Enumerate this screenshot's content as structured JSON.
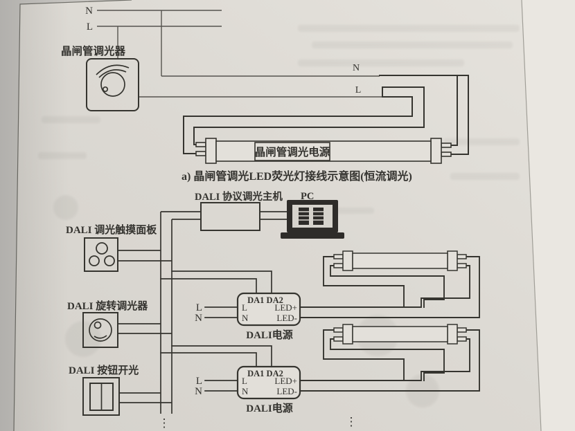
{
  "page": {
    "caption_a": "a) 晶闸管调光LED荧光灯接线示意图(恒流调光)"
  },
  "top_diagram": {
    "n_rail_label": "N",
    "l_rail_label": "L",
    "dimmer_label": "晶闸管调光器",
    "mid_n_label": "N",
    "mid_l_label": "L",
    "tube_label": "晶闸管调光电源"
  },
  "dali_diagram": {
    "host_label": "DALI 协议调光主机",
    "pc_label": "PC",
    "touch_panel_label": "DALI 调光触摸面板",
    "rotary_label": "DALI 旋转调光器",
    "button_label": "DALI 按钮开光",
    "bus_ellipsis": "⋮",
    "right_ellipsis": "⋮",
    "psu1": {
      "da": "DA1 DA2",
      "l_in": "L",
      "n_in": "N",
      "led_plus": "LED+",
      "led_minus": "LED-",
      "name": "DALI电源",
      "ext_l": "L",
      "ext_n": "N"
    },
    "psu2": {
      "da": "DA1 DA2",
      "l_in": "L",
      "n_in": "N",
      "led_plus": "LED+",
      "led_minus": "LED-",
      "name": "DALI电源",
      "ext_l": "L",
      "ext_n": "N"
    }
  },
  "colors": {
    "ink": "#35342f",
    "thin_wire": "#55534e",
    "page_light": "#e4e1db",
    "page_dark": "#d5d2cc",
    "outside_page": "#c6c4c0",
    "pc_dark": "#2e2c29",
    "pc_screen": "#d6d3cc"
  }
}
